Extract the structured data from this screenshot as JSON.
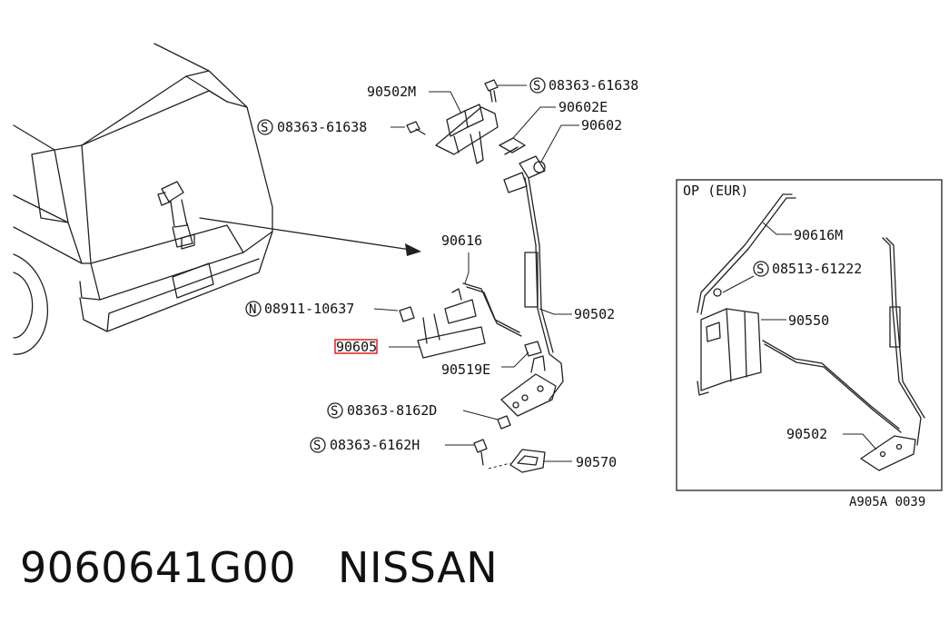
{
  "labels": {
    "p90502M": "90502M",
    "s08363_61638_top": "08363-61638",
    "s08363_61638_left": "08363-61638",
    "p90602E": "90602E",
    "p90602": "90602",
    "p90616": "90616",
    "n08911_10637": "08911-10637",
    "p90502": "90502",
    "p90605": "90605",
    "p90519E": "90519E",
    "s08363_8162D": "08363-8162D",
    "s08363_6162H": "08363-6162H",
    "p90570": "90570"
  },
  "inset": {
    "title": "OP (EUR)",
    "p90616M": "90616M",
    "s08513_61222": "08513-61222",
    "p90550": "90550",
    "p90502": "90502"
  },
  "prefix": {
    "S": "S",
    "N": "N"
  },
  "code": "A905A 0039",
  "caption": {
    "part_number": "9060641G00",
    "brand": "NISSAN"
  },
  "colors": {
    "line": "#222222",
    "highlight": "#e0201b"
  }
}
